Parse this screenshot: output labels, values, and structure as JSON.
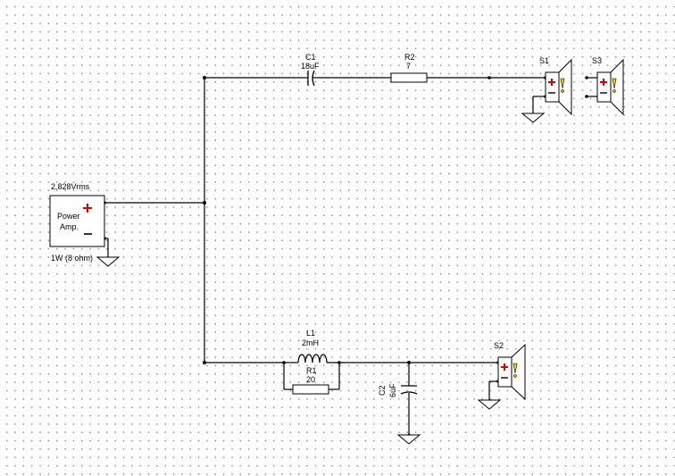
{
  "power_amp": {
    "voltage": "2.828Vrms",
    "label_line1": "Power",
    "label_line2": "Amp.",
    "power": "1W (8 ohm)"
  },
  "components": {
    "c1": {
      "name": "C1",
      "value": "18uF"
    },
    "r2": {
      "name": "R2",
      "value": "7"
    },
    "l1": {
      "name": "L1",
      "value": "2mH"
    },
    "r1": {
      "name": "R1",
      "value": "20"
    },
    "c2": {
      "name": "C2",
      "value": "6uF"
    }
  },
  "speakers": {
    "s1": {
      "name": "S1"
    },
    "s2": {
      "name": "S2"
    },
    "s3": {
      "name": "S3"
    }
  },
  "colors": {
    "wire": "#000000",
    "plus": "#d40000",
    "warning": "#f2d000"
  }
}
